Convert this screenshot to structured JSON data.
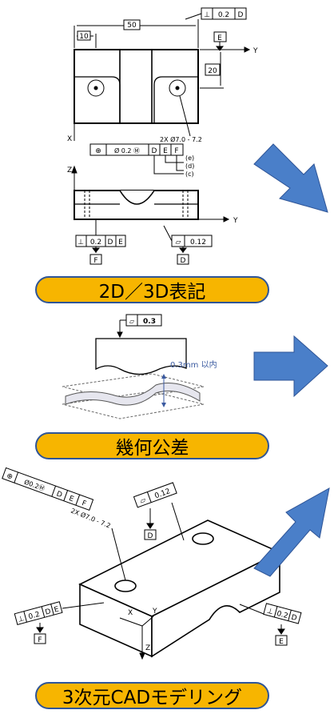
{
  "sections": {
    "notation": {
      "label": "2D／3D表記",
      "dims": {
        "width": "50",
        "offset": "10",
        "height": "20",
        "datum_e": "E",
        "flatness_frame": [
          "⊥",
          "0.2",
          "D"
        ],
        "hole_callout": "2X Ø7.0 - 7.2",
        "position_frame": [
          "⊕",
          "Ø 0.2 Ⓜ",
          "D",
          "E",
          "F"
        ],
        "notes": [
          "(e)",
          "(d)",
          "(c)"
        ],
        "axis_x": "X",
        "axis_y": "Y",
        "axis_z": "Z",
        "front_frame": [
          "⊥",
          "0.2",
          "D",
          "E"
        ],
        "front_datum_f": "F",
        "front_flat_frame": [
          "▱",
          "0.12"
        ],
        "front_datum_d": "D"
      }
    },
    "tolerance": {
      "label": "幾何公差",
      "frame_value": "0.3",
      "range_text": "0.3mm 以内"
    },
    "cad": {
      "label": "3次元CADモデリング",
      "top_frame": [
        "▱",
        "0.12"
      ],
      "top_datum": "D",
      "left_frame": [
        "⊕",
        "Ø0.2Ⓜ",
        "D",
        "E",
        "F"
      ],
      "hole_callout": "2X Ø7.0 - 7.2",
      "axis_x": "X",
      "axis_y": "Y",
      "axis_z": "Z",
      "bottom_left_frame": [
        "⊥",
        "0.2",
        "D",
        "E"
      ],
      "bottom_left_datum": "F",
      "right_frame": [
        "⊥",
        "0.2",
        "D"
      ],
      "right_datum": "E"
    }
  },
  "colors": {
    "pill_fill": "#f7b500",
    "pill_border": "#2f5597",
    "arrow": "#4a7fc9",
    "sheet": "#e6e6ee"
  }
}
